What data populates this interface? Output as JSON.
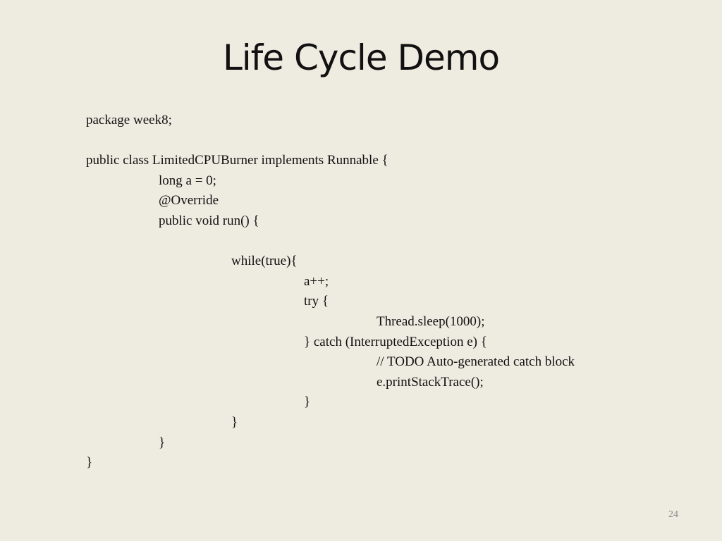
{
  "slide": {
    "title": "Life Cycle Demo",
    "code_lines": [
      {
        "indent": 0,
        "text": "package week8;"
      },
      {
        "indent": 0,
        "text": ""
      },
      {
        "indent": 0,
        "text": "public class LimitedCPUBurner implements Runnable {"
      },
      {
        "indent": 1,
        "text": "long a = 0;"
      },
      {
        "indent": 1,
        "text": "@Override"
      },
      {
        "indent": 1,
        "text": "public void run() {"
      },
      {
        "indent": 0,
        "text": ""
      },
      {
        "indent": 2,
        "text": "while(true){"
      },
      {
        "indent": 3,
        "text": "a++;"
      },
      {
        "indent": 3,
        "text": "try {"
      },
      {
        "indent": 4,
        "text": "Thread.sleep(1000);"
      },
      {
        "indent": 3,
        "text": "} catch (InterruptedException e) {"
      },
      {
        "indent": 4,
        "text": "// TODO Auto-generated catch block"
      },
      {
        "indent": 4,
        "text": "e.printStackTrace();"
      },
      {
        "indent": 3,
        "text": "}"
      },
      {
        "indent": 2,
        "text": "}"
      },
      {
        "indent": 1,
        "text": "}"
      },
      {
        "indent": 0,
        "text": "}"
      }
    ],
    "page_number": "24"
  }
}
